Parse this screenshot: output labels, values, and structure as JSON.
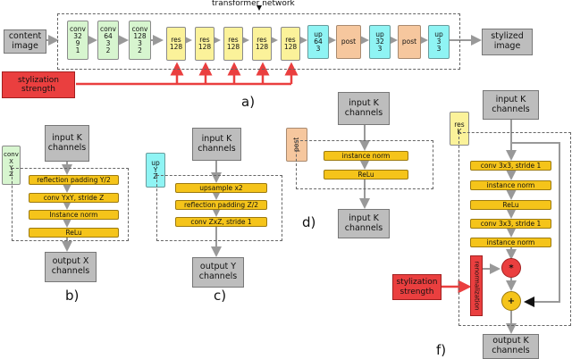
{
  "a": {
    "network_title": "transformer network",
    "content_image": "content image",
    "stylized_image": "stylized image",
    "stylization_strength": "stylization strength",
    "conv_blocks": [
      {
        "lines": [
          "conv",
          "32",
          "9",
          "1"
        ]
      },
      {
        "lines": [
          "conv",
          "64",
          "3",
          "2"
        ]
      },
      {
        "lines": [
          "conv",
          "128",
          "3",
          "2"
        ]
      }
    ],
    "res_blocks": [
      {
        "lines": [
          "res",
          "128"
        ]
      },
      {
        "lines": [
          "res",
          "128"
        ]
      },
      {
        "lines": [
          "res",
          "128"
        ]
      },
      {
        "lines": [
          "res",
          "128"
        ]
      },
      {
        "lines": [
          "res",
          "128"
        ]
      }
    ],
    "up_and_post": [
      {
        "kind": "up",
        "lines": [
          "up",
          "64",
          "3"
        ]
      },
      {
        "kind": "post",
        "lines": [
          "post"
        ]
      },
      {
        "kind": "up",
        "lines": [
          "up",
          "32",
          "3"
        ]
      },
      {
        "kind": "post",
        "lines": [
          "post"
        ]
      },
      {
        "kind": "up",
        "lines": [
          "up",
          "3",
          "3"
        ]
      }
    ],
    "label": "a)"
  },
  "b": {
    "side": [
      "conv",
      "X",
      "Y",
      "Z"
    ],
    "input": "input K channels",
    "ops": [
      "reflection padding Y/2",
      "conv YxY, stride Z",
      "Instance norm",
      "ReLu"
    ],
    "output": "output X channels",
    "label": "b)"
  },
  "c": {
    "side": [
      "up",
      "Y",
      "Z"
    ],
    "input": "input K channels",
    "ops": [
      "upsample x2",
      "reflection padding Z/2",
      "conv ZxZ, stride 1"
    ],
    "output": "output Y channels",
    "label": "c)"
  },
  "d": {
    "side": [
      "post"
    ],
    "input": "input K channels",
    "ops": [
      "instance norm",
      "ReLu"
    ],
    "output": "input K channels",
    "label": "d)"
  },
  "f": {
    "side": [
      "res",
      "K"
    ],
    "input": "input K channels",
    "ops": [
      "conv 3x3, stride 1",
      "instance norm",
      "ReLu",
      "conv 3x3, stride 1",
      "instance norm"
    ],
    "renorm": "renormalization",
    "stylization_strength": "stylization strength",
    "multiply": "*",
    "add": "+",
    "output": "output K channels",
    "label": "f)"
  },
  "colors": {
    "gray": "#bdbdbd",
    "green": "#d7f5cf",
    "yellow": "#fbf29a",
    "cyan": "#8ff4f4",
    "orange": "#f6c79e",
    "red": "#ea3f3f",
    "op": "#f5c41a",
    "arrow": "#999999",
    "red_arrow": "#ea3f3f"
  }
}
